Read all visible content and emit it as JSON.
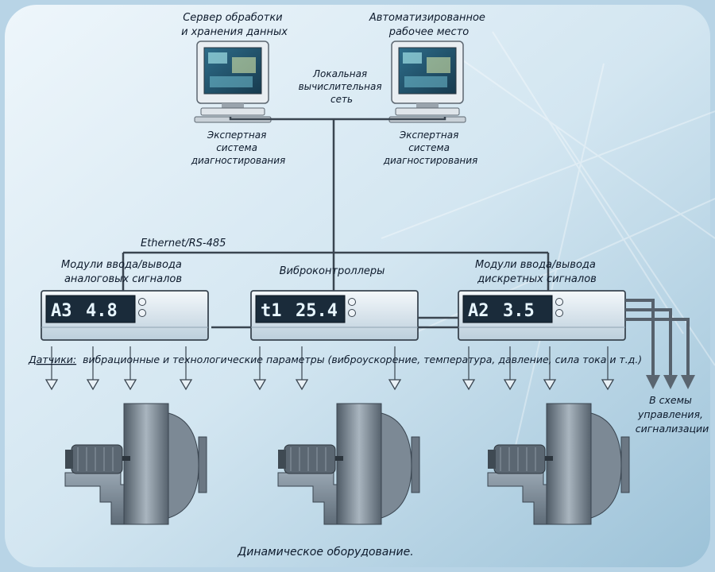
{
  "nodes": {
    "server": {
      "title_lines": [
        "Сервер обработки",
        "и хранения данных"
      ],
      "caption_lines": [
        "Экспертная",
        "система",
        "диагностирования"
      ]
    },
    "workstation": {
      "title_lines": [
        "Автоматизированное",
        "рабочее место"
      ],
      "caption_lines": [
        "Экспертная",
        "система",
        "диагностирования"
      ]
    },
    "lan_lines": [
      "Локальная",
      "вычислительная",
      "сеть"
    ],
    "bus_label": "Ethernet/RS-485",
    "modules": [
      {
        "label_lines": [
          "Модули ввода/вывода",
          "аналоговых сигналов"
        ],
        "display_left": "A3",
        "display_right": "4.8"
      },
      {
        "label_lines": [
          "Виброконтроллеры"
        ],
        "display_left": "t1",
        "display_right": "25.4"
      },
      {
        "label_lines": [
          "Модули ввода/вывода",
          "дискретных сигналов"
        ],
        "display_left": "A2",
        "display_right": "3.5"
      }
    ],
    "sensors_title": "Датчики:",
    "sensors_text": "вибрационные и технологические параметры (виброускорение, температура, давление, сила тока и т.д.)",
    "outputs_lines": [
      "В схемы",
      "управления,",
      "сигнализации"
    ],
    "equipment_caption": "Динамическое оборудование."
  },
  "colors": {
    "background": "#cfe3ef",
    "line": "#3a4550",
    "module_body": "#dbe8f1",
    "display": "#1a2b3a",
    "machine": "#6f7c88"
  }
}
